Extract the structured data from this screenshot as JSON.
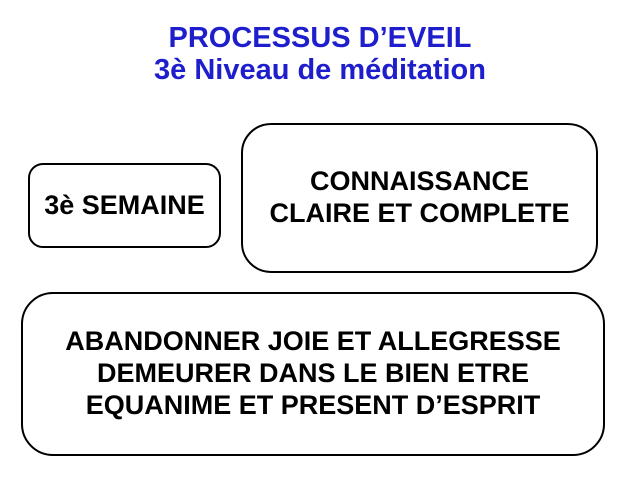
{
  "slide": {
    "title": {
      "line1": "PROCESSUS D’EVEIL",
      "line2": "3è Niveau de méditation"
    },
    "boxes": {
      "semaine": {
        "lines": [
          "3è SEMAINE"
        ]
      },
      "connaissance": {
        "lines": [
          "CONNAISSANCE",
          "CLAIRE ET COMPLETE"
        ]
      },
      "abandonner": {
        "lines": [
          "ABANDONNER JOIE ET ALLEGRESSE",
          "DEMEURER DANS LE BIEN ETRE",
          "EQUANIME ET PRESENT D’ESPRIT"
        ]
      }
    },
    "colors": {
      "title_text": "#1e1ecd",
      "box_border": "#000000",
      "box_fill": "#ffffff",
      "background": "#ffffff",
      "body_text": "#000000"
    }
  }
}
